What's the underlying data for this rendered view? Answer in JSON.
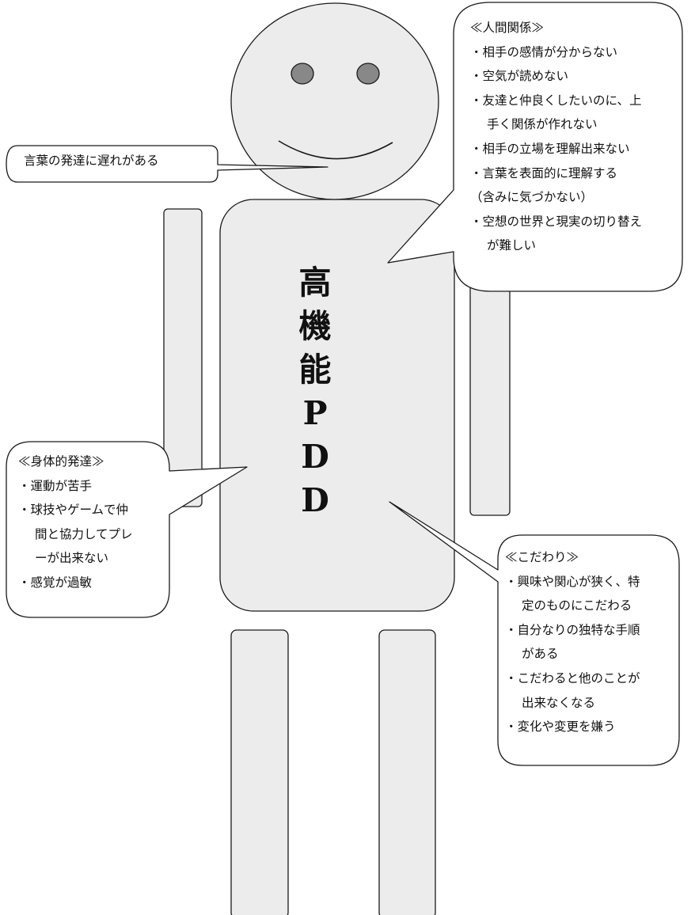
{
  "speech_label": "言葉の発達に遅れがある",
  "body_label": [
    "高",
    "機",
    "能",
    "P",
    "D",
    "D"
  ],
  "social": {
    "title": "≪人間関係≫",
    "lines": [
      "・相手の感情が分からない",
      "・空気が読めない",
      "・友達と仲良くしたいのに、上",
      "手く関係が作れない",
      "・相手の立場を理解出来ない",
      "・言葉を表面的に理解する",
      "（含みに気づかない）",
      "・空想の世界と現実の切り替え",
      "が難しい"
    ]
  },
  "physical": {
    "title": "≪身体的発達≫",
    "lines": [
      "・運動が苦手",
      "・球技やゲームで仲",
      "間と協力してプレ",
      "ーが出来ない",
      "・感覚が過敏"
    ]
  },
  "obsession": {
    "title": "≪こだわり≫",
    "lines": [
      "・興味や関心が狭く、特",
      "定のものにこだわる",
      "・自分なりの独特な手順",
      "がある",
      "・こだわると他のことが",
      "出来なくなる",
      "・変化や変更を嫌う"
    ]
  },
  "colors": {
    "fill": "#ececec",
    "stroke": "#1a1a1a",
    "eyes": "#888888"
  }
}
